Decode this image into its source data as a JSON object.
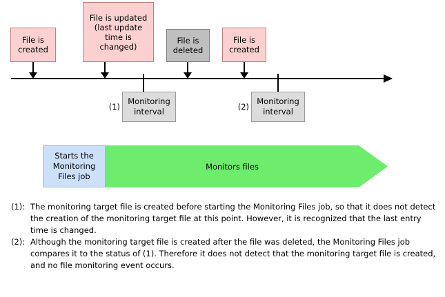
{
  "diagram": {
    "timeline": {
      "events": [
        {
          "label": "File is\ncreated",
          "kind": "created"
        },
        {
          "label": "File is updated\n(last update\ntime is\nchanged)",
          "kind": "updated"
        },
        {
          "label": "File is\ndeleted",
          "kind": "deleted"
        },
        {
          "label": "File is\ncreated",
          "kind": "created"
        }
      ],
      "monitoring_intervals": [
        {
          "ref": "(1)",
          "label": "Monitoring\ninterval"
        },
        {
          "ref": "(2)",
          "label": "Monitoring\ninterval"
        }
      ]
    },
    "job_bar": {
      "start_label": "Starts the\nMonitoring\nFiles job",
      "body_label": "Monitors files"
    },
    "notes": [
      {
        "tag": "(1):",
        "text": "The monitoring target file is created before starting the Monitoring Files job, so that it does not detect the creation of the monitoring target file at this point. However, it is recognized that the last entry time is changed."
      },
      {
        "tag": "(2):",
        "text": "Although the monitoring target file is created after the file was deleted, the Monitoring Files job compares it to the status of (1). Therefore it does not detect that the monitoring target file is created, and no file monitoring event occurs."
      }
    ]
  },
  "colors": {
    "event_created": "#fad0d0",
    "event_created_border": "#c08080",
    "event_deleted": "#bfbfbf",
    "event_deleted_border": "#808080",
    "monitoring_interval": "#dcdcdc",
    "job_start": "#cce0fa",
    "job_body": "#6dec6d",
    "axis": "#000000",
    "background": "#ffffff"
  }
}
